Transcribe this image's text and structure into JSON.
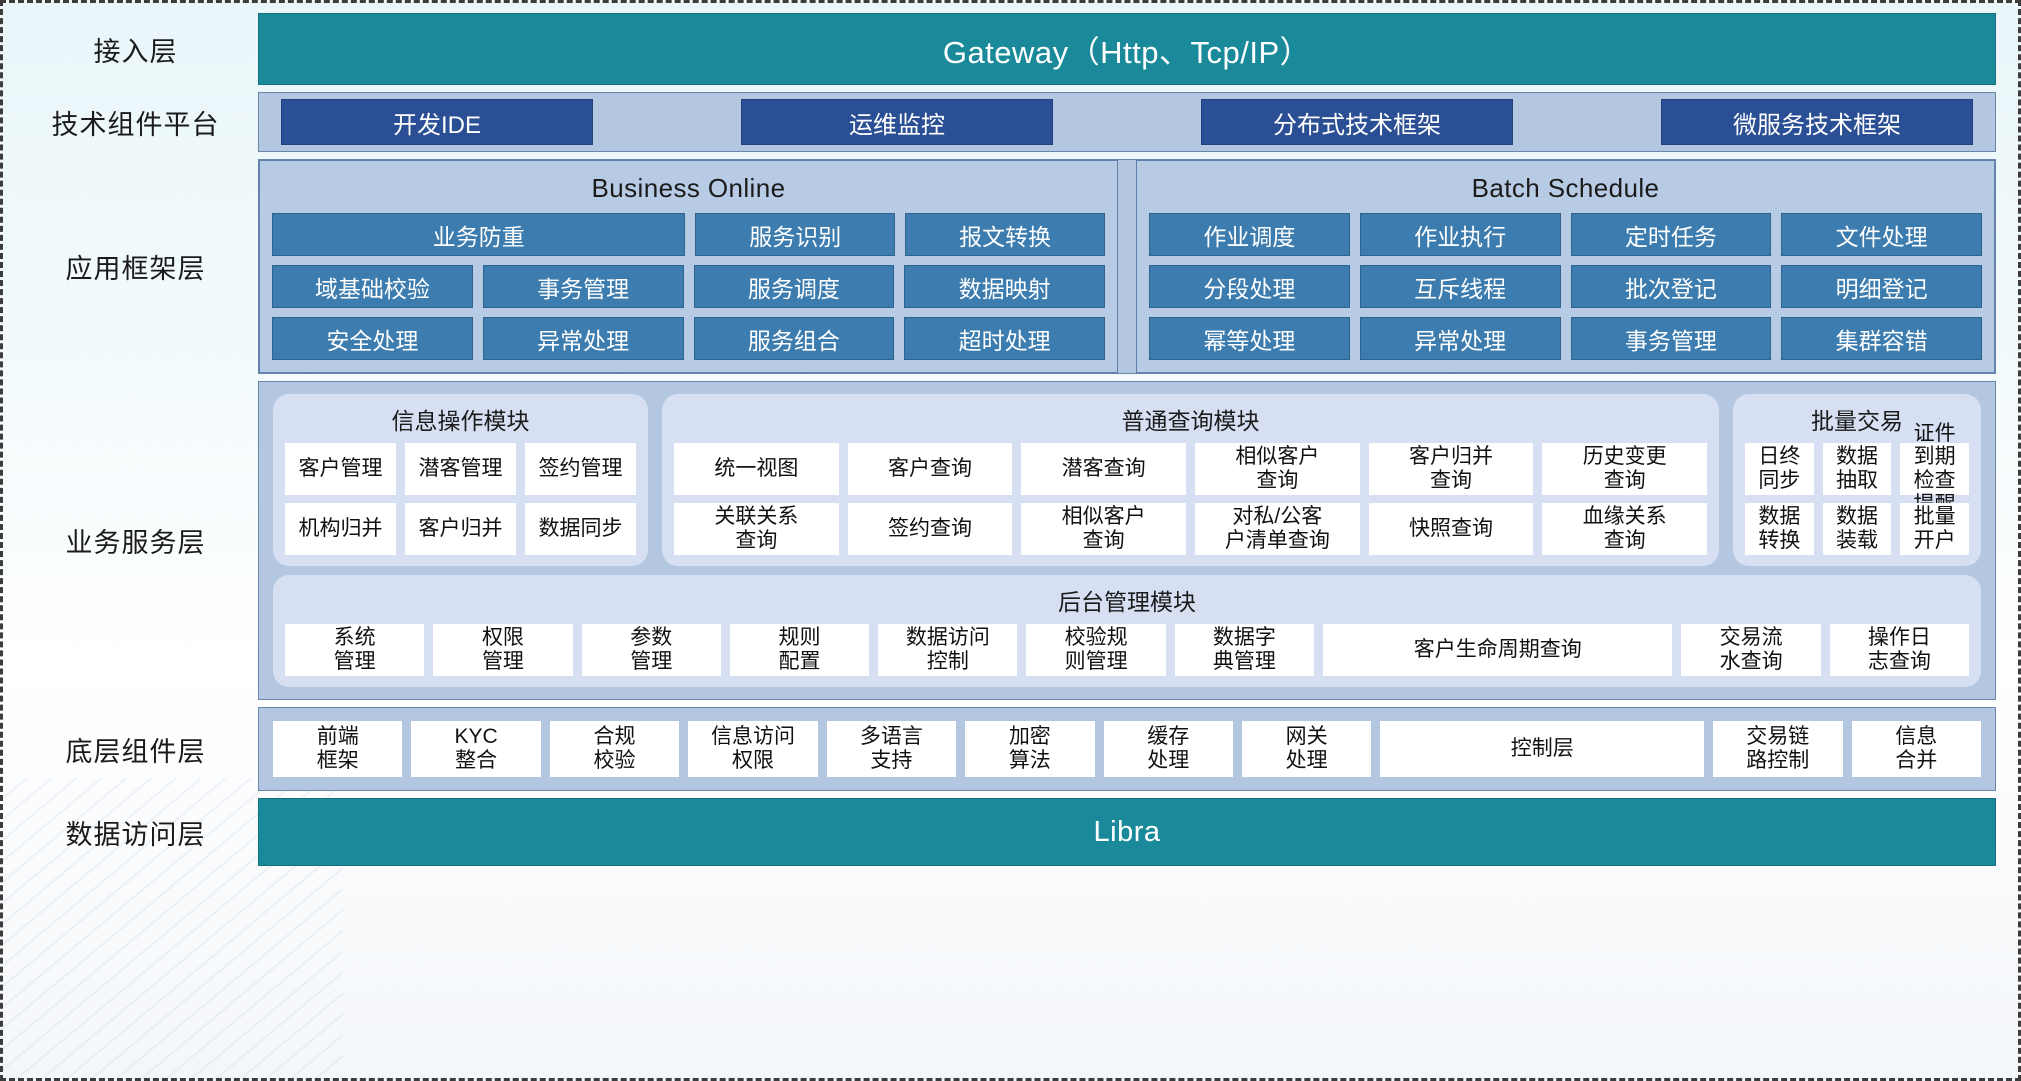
{
  "layers": [
    {
      "label": "接入层"
    },
    {
      "label": "技术组件平台"
    },
    {
      "label": "应用框架层"
    },
    {
      "label": "业务服务层"
    },
    {
      "label": "底层组件层"
    },
    {
      "label": "数据访问层"
    }
  ],
  "access_layer": {
    "title": "Gateway（Http、Tcp/IP）"
  },
  "tech_platform": {
    "chips": [
      "开发IDE",
      "运维监控",
      "分布式技术框架",
      "微服务技术框架"
    ]
  },
  "app_framework": {
    "groups": [
      {
        "title": "Business Online",
        "rows": [
          [
            "业务防重",
            "服务识别",
            "报文转换"
          ],
          [
            "域基础校验",
            "事务管理",
            "服务调度",
            "数据映射"
          ],
          [
            "安全处理",
            "异常处理",
            "服务组合",
            "超时处理"
          ]
        ]
      },
      {
        "title": "Batch Schedule",
        "rows": [
          [
            "作业调度",
            "作业执行",
            "定时任务",
            "文件处理"
          ],
          [
            "分段处理",
            "互斥线程",
            "批次登记",
            "明细登记"
          ],
          [
            "幂等处理",
            "异常处理",
            "事务管理",
            "集群容错"
          ]
        ]
      }
    ]
  },
  "business_service": {
    "modules": [
      {
        "title": "信息操作模块",
        "rows": [
          [
            "客户管理",
            "潜客管理",
            "签约管理"
          ],
          [
            "机构归并",
            "客户归并",
            "数据同步"
          ]
        ]
      },
      {
        "title": "普通查询模块",
        "rows": [
          [
            "统一视图",
            "客户查询",
            "潜客查询",
            "相似客户\n查询",
            "客户归并\n查询",
            "历史变更\n查询"
          ],
          [
            "关联关系\n查询",
            "签约查询",
            "相似客户\n查询",
            "对私/公客\n户清单查询",
            "快照查询",
            "血缘关系\n查询"
          ]
        ]
      },
      {
        "title": "批量交易",
        "rows": [
          [
            "日终\n同步",
            "数据\n抽取",
            "证件到期\n检查提醒"
          ],
          [
            "数据\n转换",
            "数据\n装载",
            "批量\n开户"
          ]
        ]
      }
    ],
    "admin_module": {
      "title": "后台管理模块",
      "items": [
        "系统\n管理",
        "权限\n管理",
        "参数\n管理",
        "规则\n配置",
        "数据访问\n控制",
        "校验规\n则管理",
        "数据字\n典管理",
        "客户生命周期查询",
        "交易流\n水查询",
        "操作日\n志查询"
      ],
      "wide_index": 7
    }
  },
  "bottom_components": {
    "items": [
      "前端\n框架",
      "KYC\n整合",
      "合规\n校验",
      "信息访问\n权限",
      "多语言\n支持",
      "加密\n算法",
      "缓存\n处理",
      "网关\n处理",
      "控制层",
      "交易链\n路控制",
      "信息\n合并"
    ],
    "wide_index": 8
  },
  "data_access_layer": {
    "title": "Libra"
  },
  "colors": {
    "teal": "#1a8a9b",
    "panel_blue": "#b4c7e0",
    "chip_navy": "#2b4f94",
    "cell_blue": "#3d7cae",
    "module_bg": "#d6e0f2"
  }
}
